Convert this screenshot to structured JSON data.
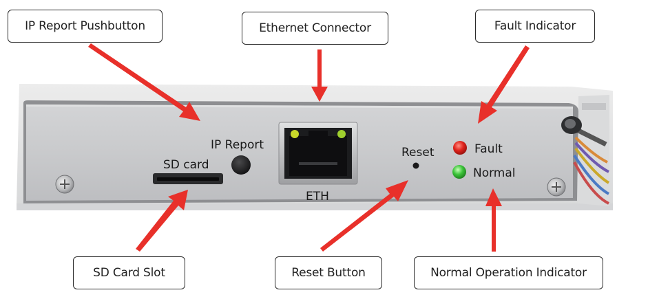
{
  "callouts": {
    "ip_report": "IP Report Pushbutton",
    "ethernet": "Ethernet Connector",
    "fault": "Fault Indicator",
    "sd_card": "SD Card Slot",
    "reset": "Reset Button",
    "normal": "Normal Operation Indicator"
  },
  "panel_labels": {
    "ip_report": "IP Report",
    "sd_card": "SD card",
    "reset": "Reset",
    "fault": "Fault",
    "normal": "Normal",
    "eth": "ETH"
  },
  "colors": {
    "arrow": "#e8302a",
    "panel": "#c9cacc",
    "fault_led": "#e0231c",
    "normal_led": "#3cc43a",
    "eth_led": "#c8d82a"
  }
}
